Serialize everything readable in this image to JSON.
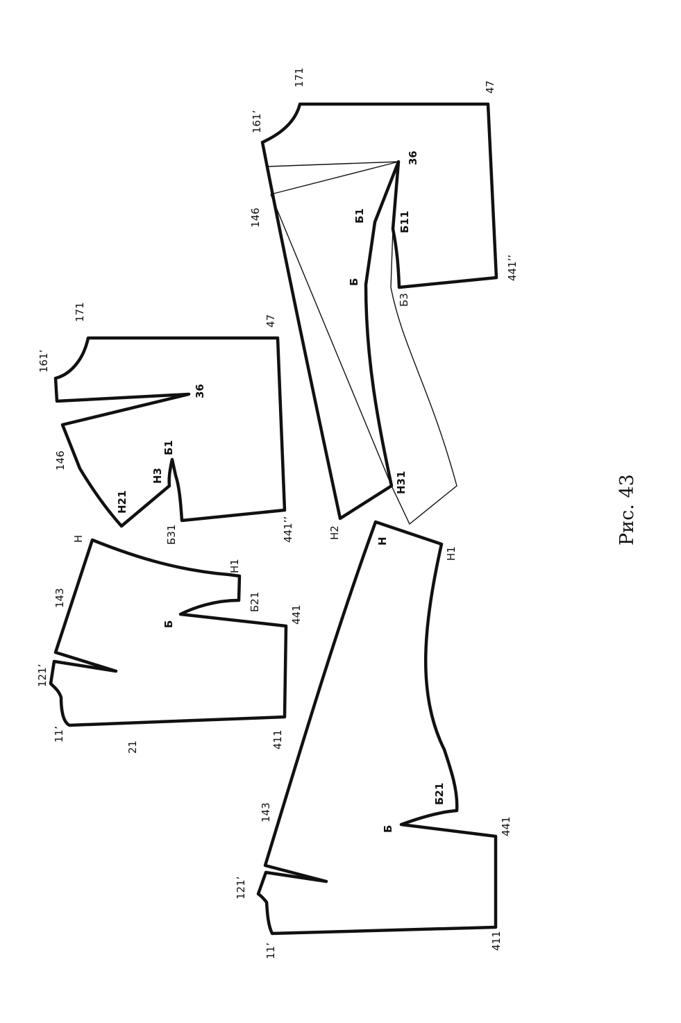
{
  "caption": "Рис. 43",
  "pieces": {
    "back_upper": {
      "labels": {
        "p171": "171",
        "p161": "161’",
        "p47": "47",
        "p36": "36",
        "p146": "146",
        "pB1": "Б1",
        "pB11": "Б11",
        "pB": "Б",
        "pB3": "Б3",
        "p441": "441’’",
        "pH31": "Н31",
        "pH2": "Н2"
      }
    },
    "back_middle": {
      "labels": {
        "p171": "171",
        "p161": "161’",
        "p47": "47",
        "p36": "36",
        "p146": "146",
        "pB1": "Б1",
        "pH3": "Н3",
        "pH21": "Н21",
        "pB31": "Б31",
        "p441": "441’’"
      }
    },
    "front_small": {
      "labels": {
        "pH": "Н",
        "p143": "143",
        "p121": "121’",
        "pH1": "Н1",
        "pB21": "Б21",
        "pB": "Б",
        "p441": "441",
        "p11": "11’",
        "p21": "21",
        "p411": "411"
      }
    },
    "front_large": {
      "labels": {
        "pH": "Н",
        "pH1": "Н1",
        "pB21": "Б21",
        "pB": "Б",
        "p441": "441",
        "p143": "143",
        "p121": "121’",
        "p11": "11’",
        "p411": "411"
      }
    }
  }
}
